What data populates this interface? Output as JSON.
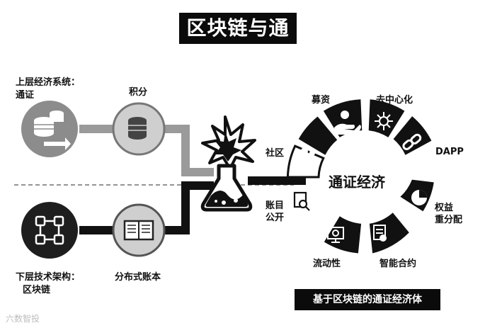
{
  "title": "区块链与通证",
  "left": {
    "top_label_line1": "上层经济系统：",
    "top_label_line2": "通证",
    "points_label": "积分",
    "bottom_label_line1": "下层技术架构：",
    "bottom_label_line2": "区块链",
    "ledger_label": "分布式账本"
  },
  "ring": {
    "center_label": "通证经济",
    "segments": [
      {
        "label": "募资",
        "icon": "fundraising-icon"
      },
      {
        "label": "去中心化",
        "icon": "network-icon"
      },
      {
        "label": "DAPP",
        "icon": "chain-link-icon"
      },
      {
        "label_line1": "权益",
        "label_line2": "重分配",
        "icon": "pie-chart-icon"
      },
      {
        "label": "智能合约",
        "icon": "contract-icon"
      },
      {
        "label": "流动性",
        "icon": "money-monitor-icon"
      },
      {
        "label_line1": "账目",
        "label_line2": "公开",
        "icon": "document-search-icon"
      },
      {
        "label": "社区",
        "icon": "community-icon"
      }
    ]
  },
  "caption": "基于区块链的通证经济体",
  "watermark": "六数智投"
}
